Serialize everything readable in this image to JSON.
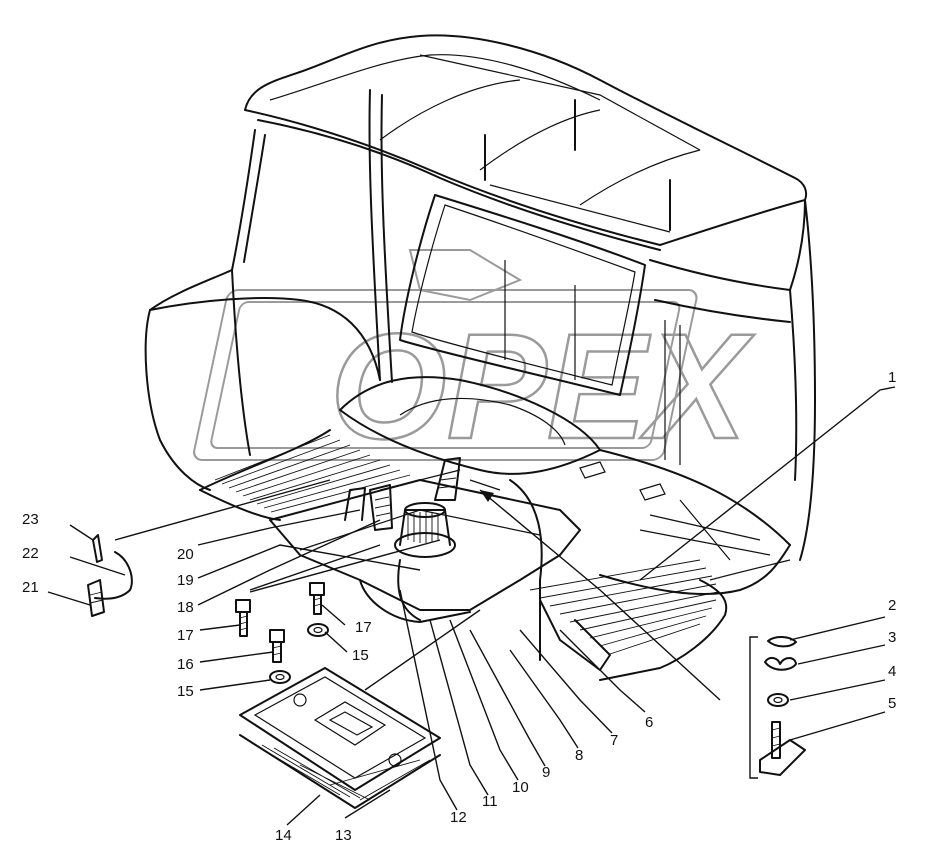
{
  "diagram": {
    "type": "exploded-parts-diagram",
    "callouts": [
      "1",
      "2",
      "3",
      "4",
      "5",
      "6",
      "7",
      "8",
      "9",
      "10",
      "11",
      "12",
      "13",
      "14",
      "15",
      "15",
      "16",
      "17",
      "17",
      "18",
      "19",
      "20",
      "21",
      "22",
      "23"
    ]
  },
  "watermark": {
    "text": "OPEX"
  }
}
